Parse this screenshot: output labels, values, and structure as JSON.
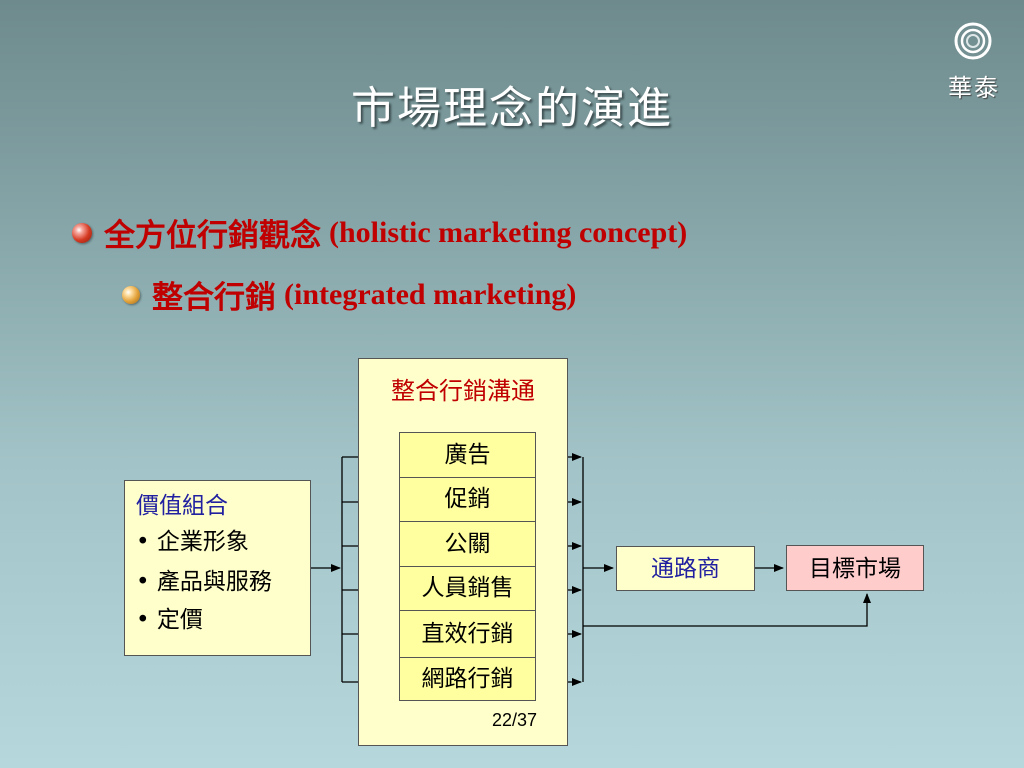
{
  "slide": {
    "title": "市場理念的演進",
    "logo_text": "華泰",
    "page_number": "22/37"
  },
  "bullets": [
    {
      "zh": "全方位行銷觀念",
      "en": "(holistic marketing concept)"
    },
    {
      "zh": "整合行銷",
      "en": "(integrated marketing)"
    }
  ],
  "diagram": {
    "imc_title": "整合行銷溝通",
    "tools": [
      "廣告",
      "促銷",
      "公關",
      "人員銷售",
      "直效行銷",
      "網路行銷"
    ],
    "value_title": "價值組合",
    "value_items": [
      "• 企業形象",
      "• 產品與服務",
      "• 定價"
    ],
    "channel": "通路商",
    "target": "目標市場"
  },
  "colors": {
    "title_red": "#c00000",
    "value_blue": "#2020a0",
    "box_yellow": "#ffffcc",
    "tool_yellow": "#ffffa0",
    "target_pink": "#ffcccc"
  }
}
